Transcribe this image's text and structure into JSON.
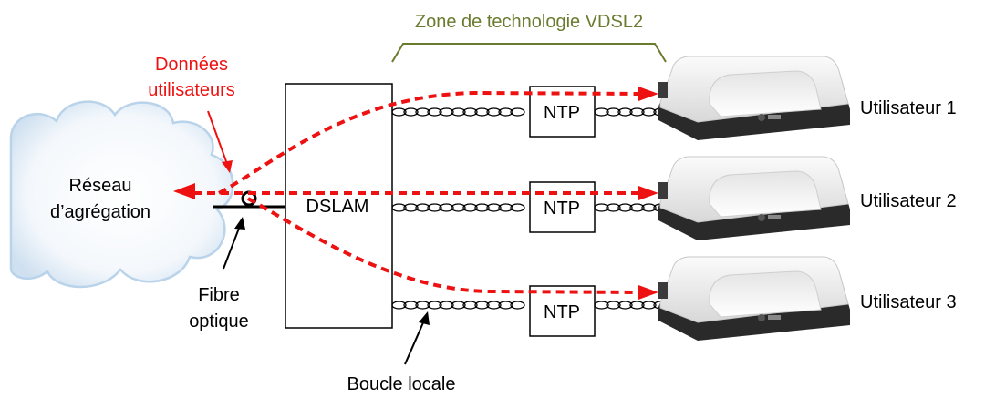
{
  "zone_label": "Zone de technologie VDSL2",
  "data_label_line1": "Données",
  "data_label_line2": "utilisateurs",
  "network_label_line1": "Réseau",
  "network_label_line2": "d’agrégation",
  "dslam_label": "DSLAM",
  "ntp_label": "NTP",
  "fiber_label_line1": "Fibre",
  "fiber_label_line2": "optique",
  "local_loop_label": "Boucle locale",
  "users": [
    {
      "label": "Utilisateur 1"
    },
    {
      "label": "Utilisateur 2"
    },
    {
      "label": "Utilisateur 3"
    }
  ],
  "colors": {
    "data_flow": "#ee1111",
    "zone": "#6a7a2e",
    "cloud_edge": "#b9d3ea",
    "line": "#000000"
  }
}
